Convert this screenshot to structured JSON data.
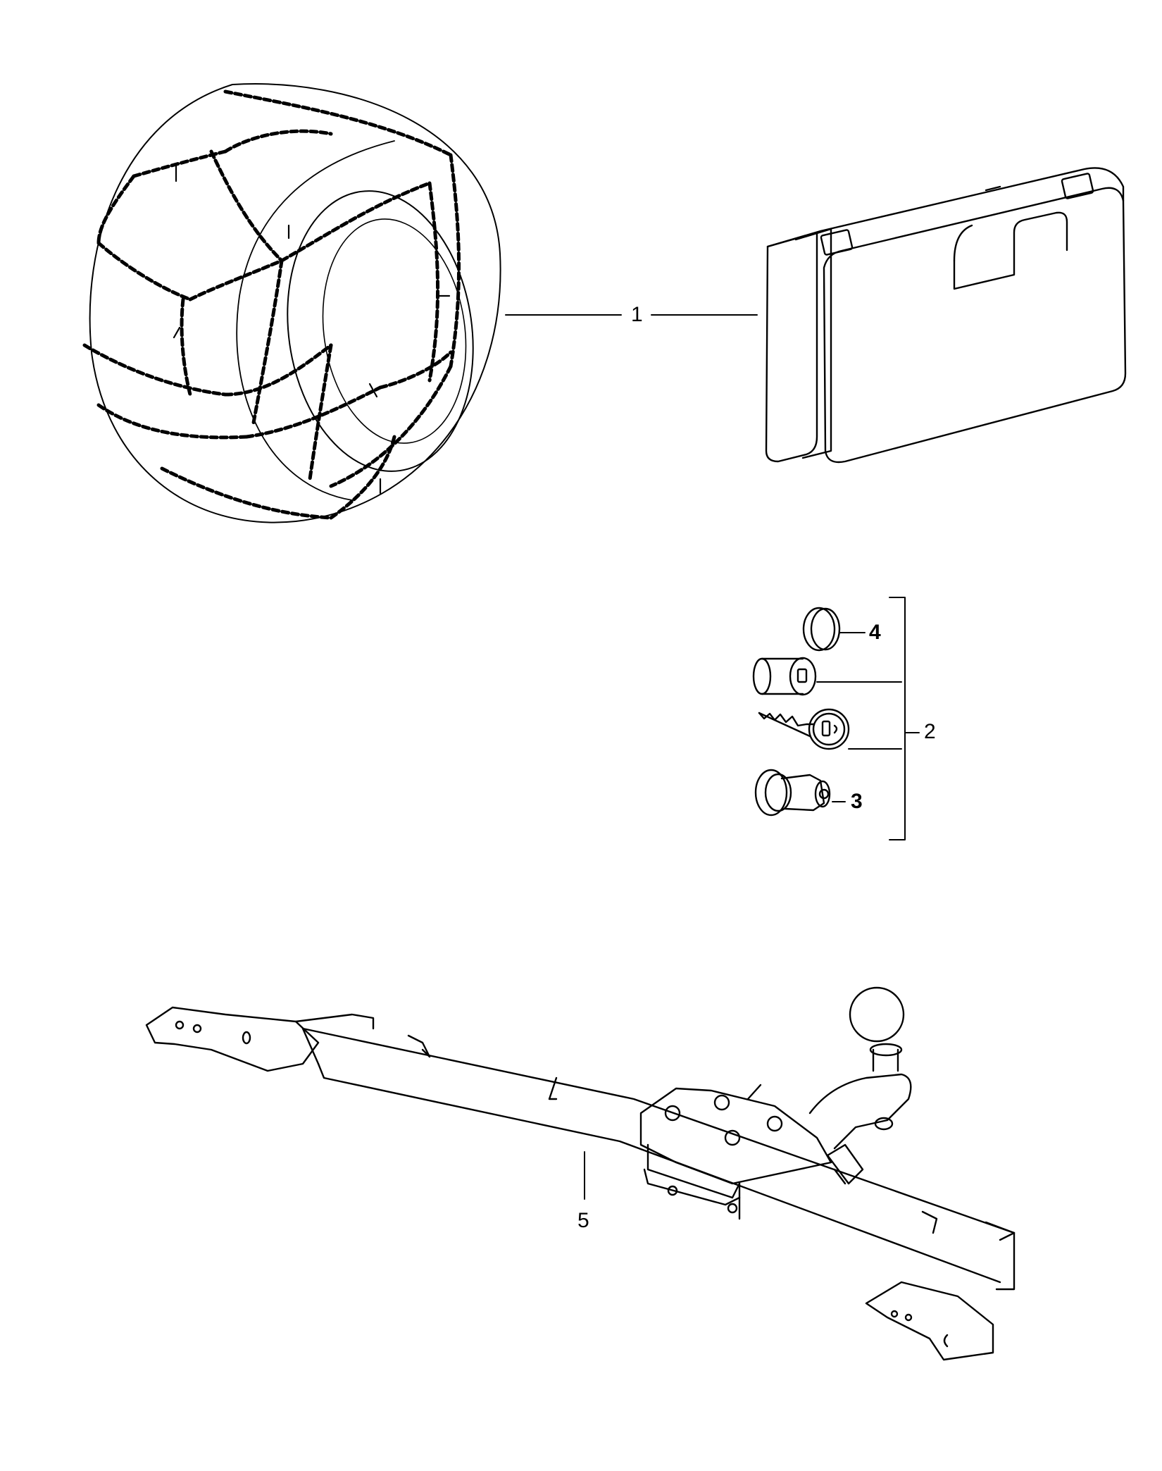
{
  "callouts": {
    "c1": "1",
    "c2": "2",
    "c3": "3",
    "c4": "4",
    "c5": "5"
  },
  "parts": [
    {
      "id": "snow-chain",
      "icon": "snow-chain-illustration"
    },
    {
      "id": "chain-case",
      "icon": "storage-case-illustration"
    },
    {
      "id": "lock-cap",
      "icon": "cap-illustration"
    },
    {
      "id": "lock-cylinder",
      "icon": "lock-cylinder-illustration"
    },
    {
      "id": "key",
      "icon": "key-illustration"
    },
    {
      "id": "locking-nut",
      "icon": "locking-nut-illustration"
    },
    {
      "id": "tow-bar",
      "icon": "tow-bar-illustration"
    }
  ],
  "colors": {
    "line": "#000000",
    "paper": "#ffffff"
  }
}
